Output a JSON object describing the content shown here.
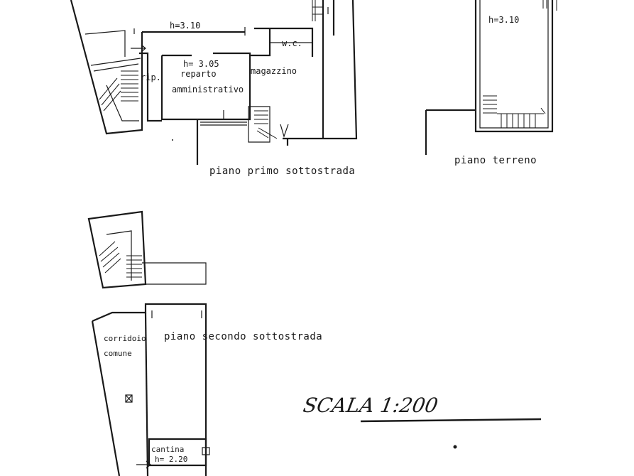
{
  "floors": {
    "primo": {
      "title": "piano primo sottostrada",
      "height_main": "h=3.10",
      "height_office": "h= 3.05",
      "room_ripostiglio": "rip.",
      "room_office_line1": "reparto",
      "room_office_line2": "amministrativo",
      "room_storage": "magazzino",
      "room_wc": "w.c."
    },
    "terreno": {
      "title": "piano   terreno",
      "height": "h=3.10"
    },
    "secondo": {
      "title": "piano  secondo  sottostrada",
      "corridor_line1": "corridoio",
      "corridor_line2": "comune",
      "cellar": "cantina",
      "cellar_height": "h= 2.20"
    }
  },
  "scale_label": "SCALA  1:200"
}
